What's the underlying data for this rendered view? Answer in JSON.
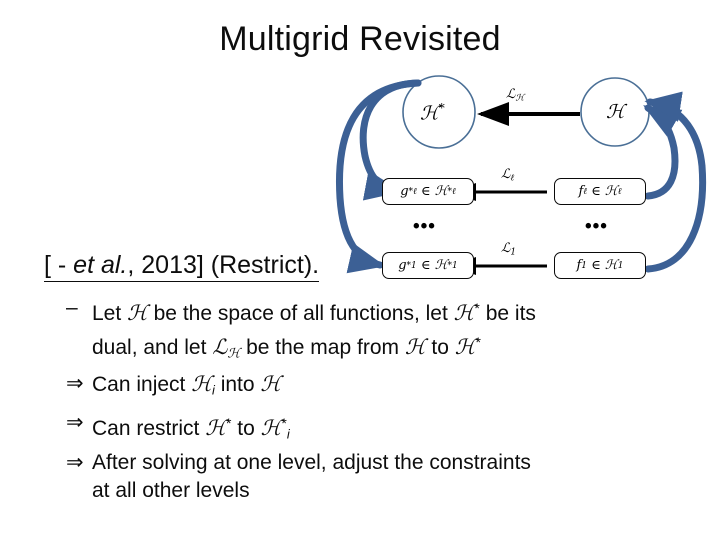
{
  "slide": {
    "title": "Multigrid Revisited",
    "background_color": "#ffffff",
    "text_color": "#0d0d0d"
  },
  "citation": {
    "prefix": "[ - ",
    "italic": "et al.",
    "suffix": ", 2013] (Restrict).",
    "full_text": "[ - et al., 2013] (Restrict)."
  },
  "bullets": [
    {
      "marker": "–",
      "line1_a": "Let ",
      "line1_H": "ℋ",
      "line1_b": " be the space of all functions, let ",
      "line1_Hstar": "ℋ",
      "line1_c": " be its",
      "line2_a": "dual, and let ",
      "line2_L": "ℒ",
      "line2_Lsub": "ℋ",
      "line2_b": " be the map from ",
      "line2_H": "ℋ",
      "line2_c": " to ",
      "line2_Hstar": "ℋ",
      "text": "– Let H be the space of all functions, let H* be its dual, and let L_H be the map from H to H*"
    },
    {
      "marker": "⇒",
      "text": "⇒ Can inject ℋ_i into ℋ",
      "a": "Can inject ",
      "var1": "ℋ",
      "sub1": "i",
      "b": " into ",
      "var2": "ℋ"
    },
    {
      "marker": "⇒",
      "text": "⇒ Can restrict ℋ* to ℋ*_i",
      "a": "Can restrict ",
      "var1": "ℋ",
      "b": " to ",
      "var2": "ℋ",
      "sub2": "i"
    },
    {
      "marker": "⇒",
      "text": "⇒ After solving at one level, adjust the constraints at all other levels",
      "line1": "After solving at one level, adjust the constraints",
      "line2": "at all other levels"
    }
  ],
  "diagram": {
    "accent_color": "#3c6095",
    "circle_stroke": "#4a6f96",
    "box_stroke": "#0a0a0a",
    "arrow_color": "#000000",
    "nodes": {
      "h_dual": {
        "label": "ℋ",
        "superscript": "*",
        "name": "H-star"
      },
      "h": {
        "label": "ℋ",
        "superscript": "",
        "name": "H"
      }
    },
    "boxes": [
      {
        "id": "g-ell",
        "left_var": "g",
        "left_sup": "*",
        "left_sub": "ℓ",
        "member": "∈",
        "right_var": "ℋ",
        "right_sup": "*",
        "right_sub": "ℓ",
        "text": "g*_ℓ ∈ ℋ*_ℓ"
      },
      {
        "id": "f-ell",
        "left_var": "f",
        "left_sup": "",
        "left_sub": "ℓ",
        "member": "∈",
        "right_var": "ℋ",
        "right_sup": "",
        "right_sub": "ℓ",
        "text": "f_ℓ ∈ ℋ_ℓ"
      },
      {
        "id": "g-1",
        "left_var": "g",
        "left_sup": "*",
        "left_sub": "1",
        "member": "∈",
        "right_var": "ℋ",
        "right_sup": "*",
        "right_sub": "1",
        "text": "g*_1 ∈ ℋ*_1"
      },
      {
        "id": "f-1",
        "left_var": "f",
        "left_sup": "",
        "left_sub": "1",
        "member": "∈",
        "right_var": "ℋ",
        "right_sup": "",
        "right_sub": "1",
        "text": "f_1 ∈ ℋ_1"
      }
    ],
    "edge_labels": [
      {
        "id": "L-H",
        "symbol": "ℒ",
        "sub": "ℋ",
        "text": "ℒ_ℋ"
      },
      {
        "id": "L-ell",
        "symbol": "ℒ",
        "sub": "ℓ",
        "text": "ℒ_ℓ"
      },
      {
        "id": "L-1",
        "symbol": "ℒ",
        "sub": "1",
        "text": "ℒ_1"
      }
    ],
    "ellipses": [
      {
        "id": "ellipsis-left",
        "text": "•••"
      },
      {
        "id": "ellipsis-right",
        "text": "•••"
      }
    ]
  }
}
